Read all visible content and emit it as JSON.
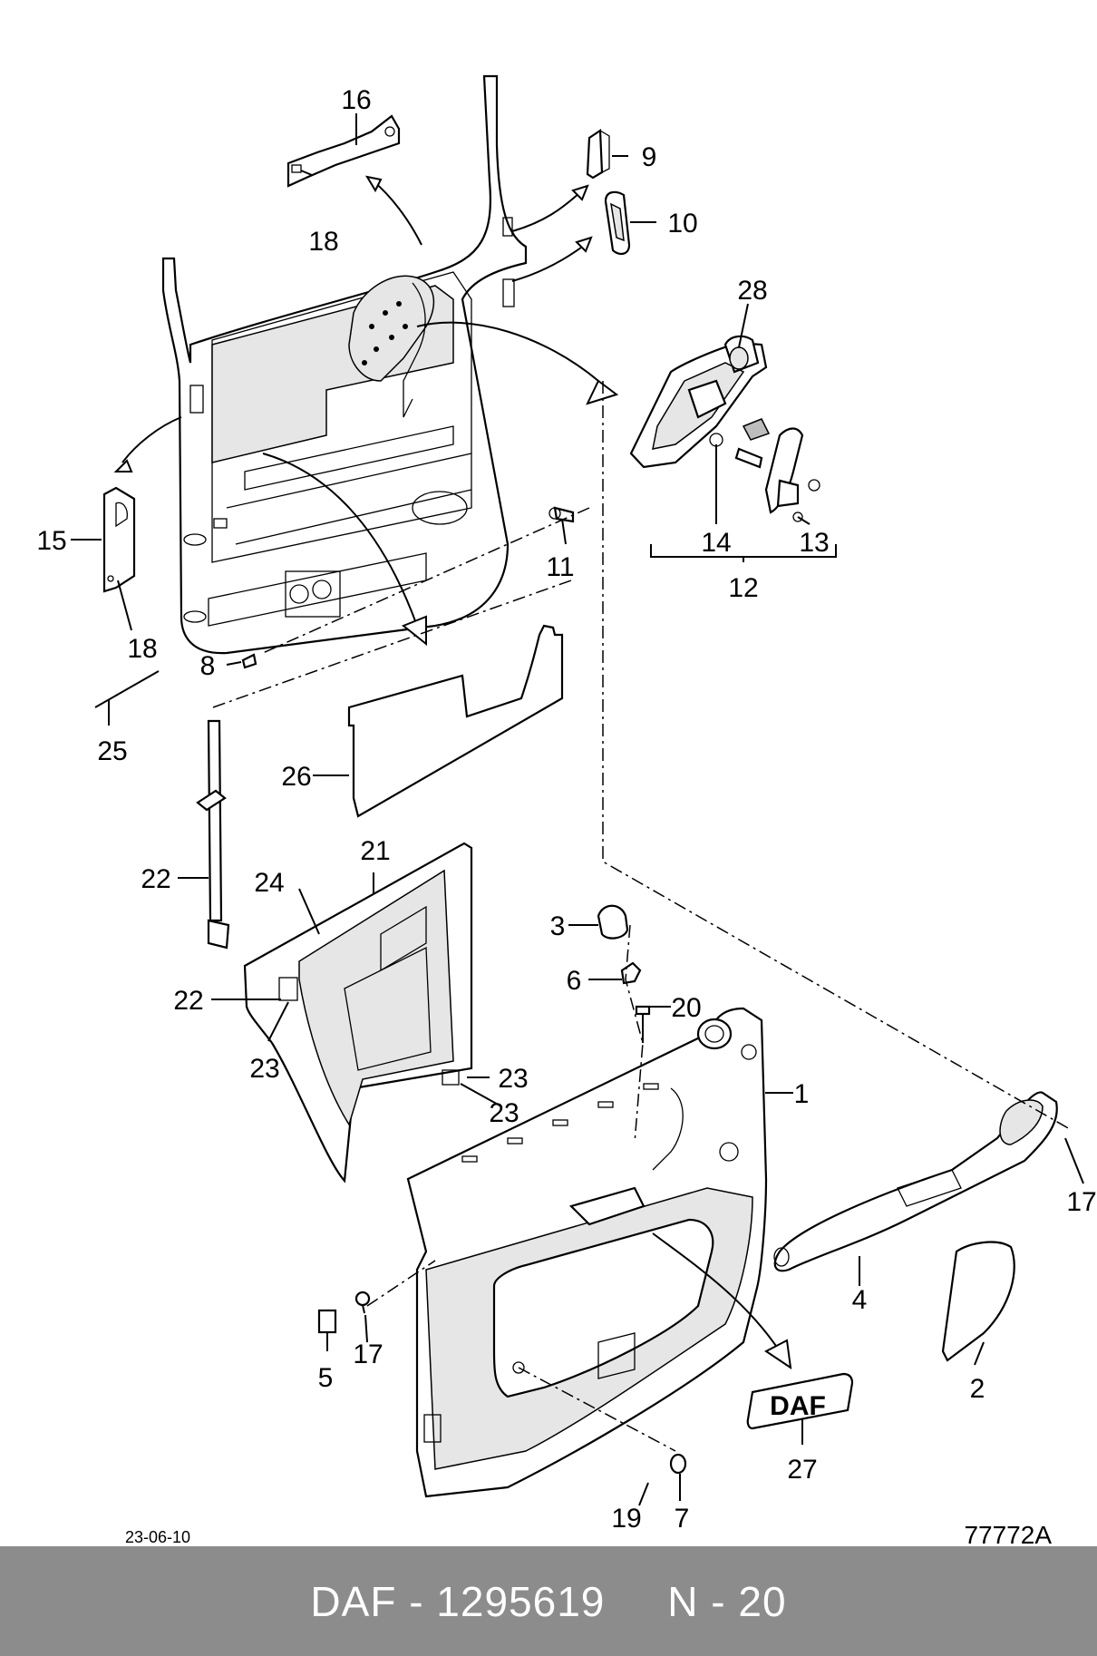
{
  "diagram": {
    "date_code": "23-06-10",
    "drawing_number": "77772A",
    "logo_text": "DAF",
    "callouts": [
      {
        "id": "c1",
        "label": "1"
      },
      {
        "id": "c2",
        "label": "2"
      },
      {
        "id": "c3",
        "label": "3"
      },
      {
        "id": "c4",
        "label": "4"
      },
      {
        "id": "c5",
        "label": "5"
      },
      {
        "id": "c6",
        "label": "6"
      },
      {
        "id": "c7",
        "label": "7"
      },
      {
        "id": "c8",
        "label": "8"
      },
      {
        "id": "c9",
        "label": "9"
      },
      {
        "id": "c10",
        "label": "10"
      },
      {
        "id": "c11",
        "label": "11"
      },
      {
        "id": "c12",
        "label": "12"
      },
      {
        "id": "c13",
        "label": "13"
      },
      {
        "id": "c14",
        "label": "14"
      },
      {
        "id": "c15",
        "label": "15"
      },
      {
        "id": "c16",
        "label": "16"
      },
      {
        "id": "c17a",
        "label": "17"
      },
      {
        "id": "c17b",
        "label": "17"
      },
      {
        "id": "c18a",
        "label": "18"
      },
      {
        "id": "c18b",
        "label": "18"
      },
      {
        "id": "c18c",
        "label": "18"
      },
      {
        "id": "c19",
        "label": "19"
      },
      {
        "id": "c20",
        "label": "20"
      },
      {
        "id": "c21",
        "label": "21"
      },
      {
        "id": "c22a",
        "label": "22"
      },
      {
        "id": "c22b",
        "label": "22"
      },
      {
        "id": "c23a",
        "label": "23"
      },
      {
        "id": "c23b",
        "label": "23"
      },
      {
        "id": "c24",
        "label": "24"
      },
      {
        "id": "c25",
        "label": "25"
      },
      {
        "id": "c26",
        "label": "26"
      },
      {
        "id": "c27",
        "label": "27"
      },
      {
        "id": "c28",
        "label": "28"
      }
    ]
  },
  "footer": {
    "text": "DAF - 1295619     N - 20",
    "background": "#8c8c8c",
    "text_color": "#ffffff"
  }
}
